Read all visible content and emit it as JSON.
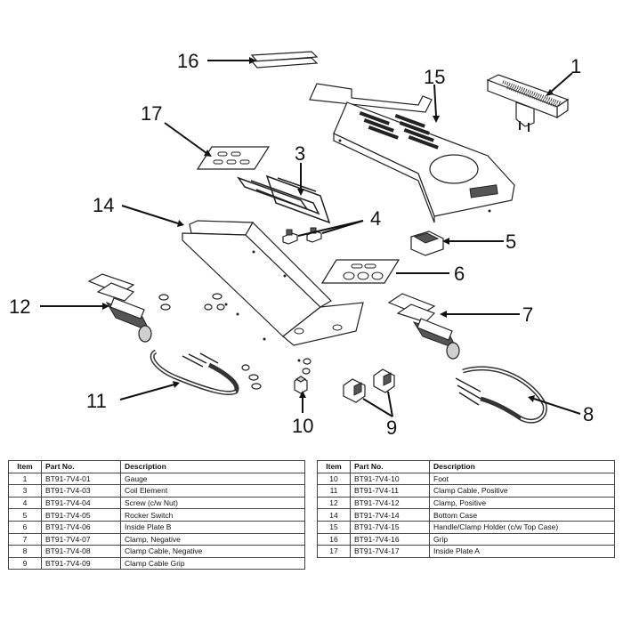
{
  "callouts": [
    "1",
    "3",
    "4",
    "5",
    "6",
    "7",
    "8",
    "9",
    "10",
    "11",
    "12",
    "14",
    "15",
    "16",
    "17"
  ],
  "table_headers": {
    "item": "Item",
    "part_no": "Part No.",
    "description": "Description"
  },
  "table_left": [
    {
      "item": "1",
      "part_no": "BT91-7V4-01",
      "description": "Gauge"
    },
    {
      "item": "3",
      "part_no": "BT91-7V4-03",
      "description": "Coil Element"
    },
    {
      "item": "4",
      "part_no": "BT91-7V4-04",
      "description": "Screw (c/w Nut)"
    },
    {
      "item": "5",
      "part_no": "BT91-7V4-05",
      "description": "Rocker Switch"
    },
    {
      "item": "6",
      "part_no": "BT91-7V4-06",
      "description": "Inside Plate B"
    },
    {
      "item": "7",
      "part_no": "BT91-7V4-07",
      "description": "Clamp, Negative"
    },
    {
      "item": "8",
      "part_no": "BT91-7V4-08",
      "description": "Clamp Cable, Negative"
    },
    {
      "item": "9",
      "part_no": "BT91-7V4-09",
      "description": "Clamp Cable Grip"
    }
  ],
  "table_right": [
    {
      "item": "10",
      "part_no": "BT91-7V4-10",
      "description": "Foot"
    },
    {
      "item": "11",
      "part_no": "BT91-7V4-11",
      "description": "Clamp Cable, Positive"
    },
    {
      "item": "12",
      "part_no": "BT91-7V4-12",
      "description": "Clamp, Positive"
    },
    {
      "item": "14",
      "part_no": "BT91-7V4-14",
      "description": "Bottom Case"
    },
    {
      "item": "15",
      "part_no": "BT91-7V4-15",
      "description": "Handle/Clamp Holder (c/w Top Case)"
    },
    {
      "item": "16",
      "part_no": "BT91-7V4-16",
      "description": "Grip"
    },
    {
      "item": "17",
      "part_no": "BT91-7V4-17",
      "description": "Inside Plate A"
    }
  ]
}
